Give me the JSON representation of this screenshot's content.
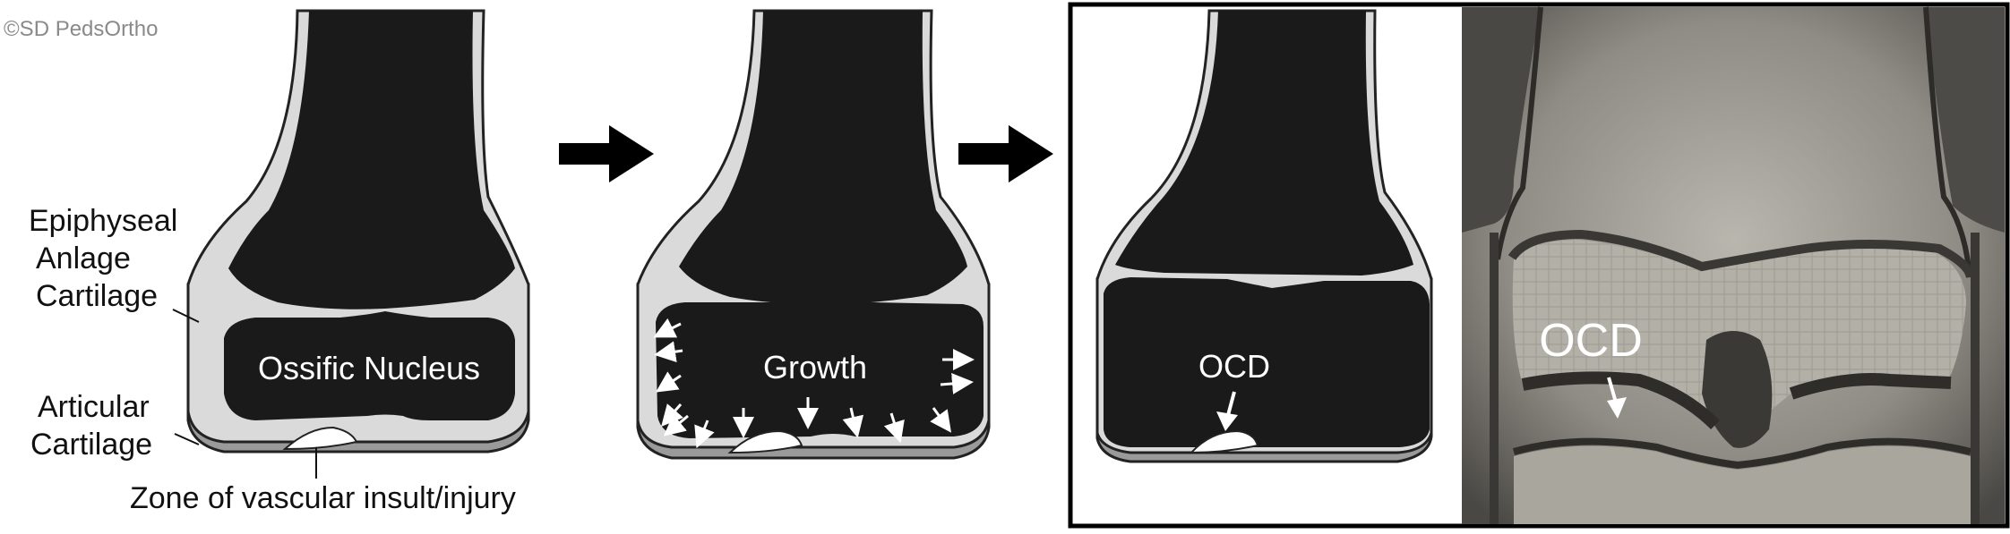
{
  "copyright": "©SD PedsOrtho",
  "panel1": {
    "label_epiphyseal": [
      "Epiphyseal",
      "Anlage",
      "Cartilage"
    ],
    "label_ossific": "Ossific Nucleus",
    "label_articular": [
      "Articular",
      "Cartilage"
    ],
    "label_zone": "Zone of vascular insult/injury"
  },
  "panel2": {
    "label_growth": "Growth"
  },
  "panel3": {
    "label_ocd": "OCD"
  },
  "mri": {
    "label_ocd": "OCD"
  },
  "colors": {
    "bone": "#1a1a1a",
    "cartilage": "#d8d8d8",
    "articular": "#9a9a9a",
    "outline": "#222222"
  }
}
